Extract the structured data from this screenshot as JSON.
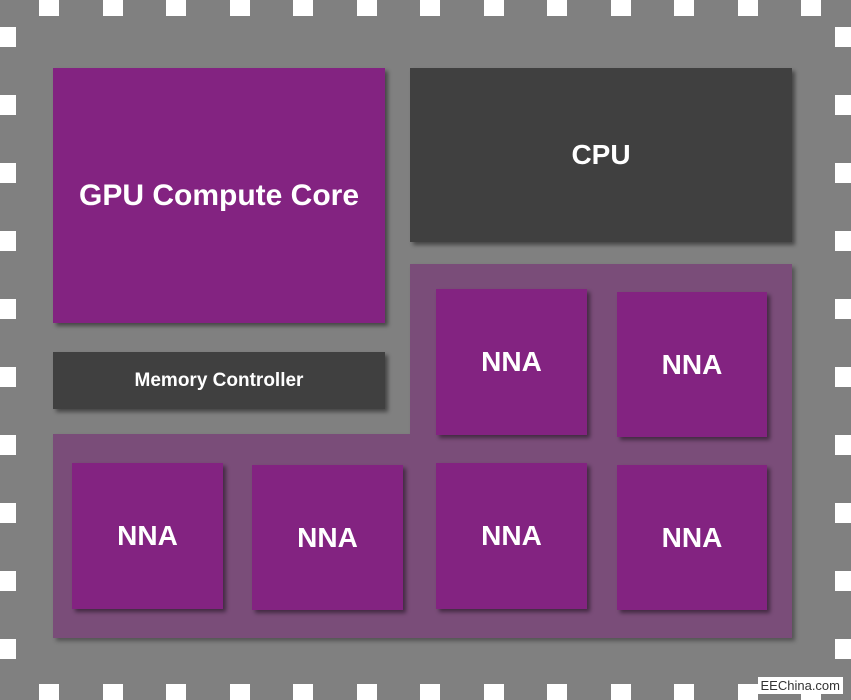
{
  "chip": {
    "gpu_label": "GPU Compute Core",
    "cpu_label": "CPU",
    "memory_label": "Memory Controller",
    "nna_labels": [
      "NNA",
      "NNA",
      "NNA",
      "NNA",
      "NNA",
      "NNA"
    ]
  },
  "colors": {
    "package": "#808080",
    "purple": "#832381",
    "dark_block": "#404040",
    "nna_region": "#7a4d79",
    "pin": "#ffffff"
  },
  "watermark": "EEChina.com"
}
